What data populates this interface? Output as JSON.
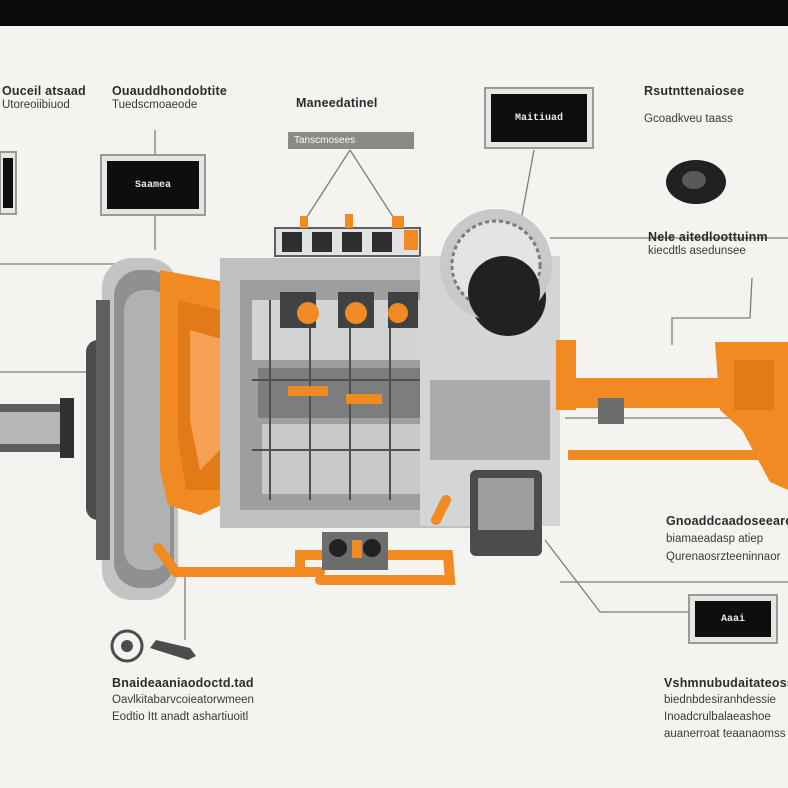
{
  "colors": {
    "accent": "#f28a23",
    "metal": "#a7a9a8",
    "dark_metal": "#5f6162",
    "screen": "#0e0e0e",
    "background": "#f4f3ef",
    "top_bar": "#0b0b0b"
  },
  "labels": {
    "top_left_a": {
      "line1": "Ouceil atsaad",
      "line2": "Utoreoiibiuod"
    },
    "top_left_b": {
      "line1": "Ouauddhondobtite",
      "line2": "Tuedscmoaeode"
    },
    "top_center": {
      "line1": "Maneedatinel",
      "line2": "Tanscmosees"
    },
    "top_right": {
      "line1": "Rsutnttenaiosee",
      "line2": "Gcoadkveu taass"
    },
    "mid_right": {
      "line1": "Nele aitedloottuinm",
      "line2": "kiecdtls asedunsee"
    },
    "lower_right": {
      "line1": "Gnoaddcaadoseeare",
      "line2": "biamaeadasp atiep",
      "line3": "Qurenaosrzteeninnaor"
    },
    "bottom_left": {
      "line1": "Bnaideaaniaodoctd.tad",
      "line2": "Oavlkitabarvcoieatorwmeen",
      "line3": "Eodtio Itt anadt ashartiuoitl"
    },
    "bottom_right": {
      "line1": "Vshmnubudaitateoss",
      "line2": "biednbdesiranhdessie",
      "line3": "Inoadcrulbalaeashoe",
      "line4": "auanerroat teaanaomss"
    }
  },
  "panels": {
    "left_screen": "Saamea",
    "top_screen": "Maitiuad",
    "bottom_right_screen": "Aaai"
  },
  "icons": [
    "gear-icon",
    "wrench-icon",
    "knob-icon",
    "fan-icon"
  ]
}
